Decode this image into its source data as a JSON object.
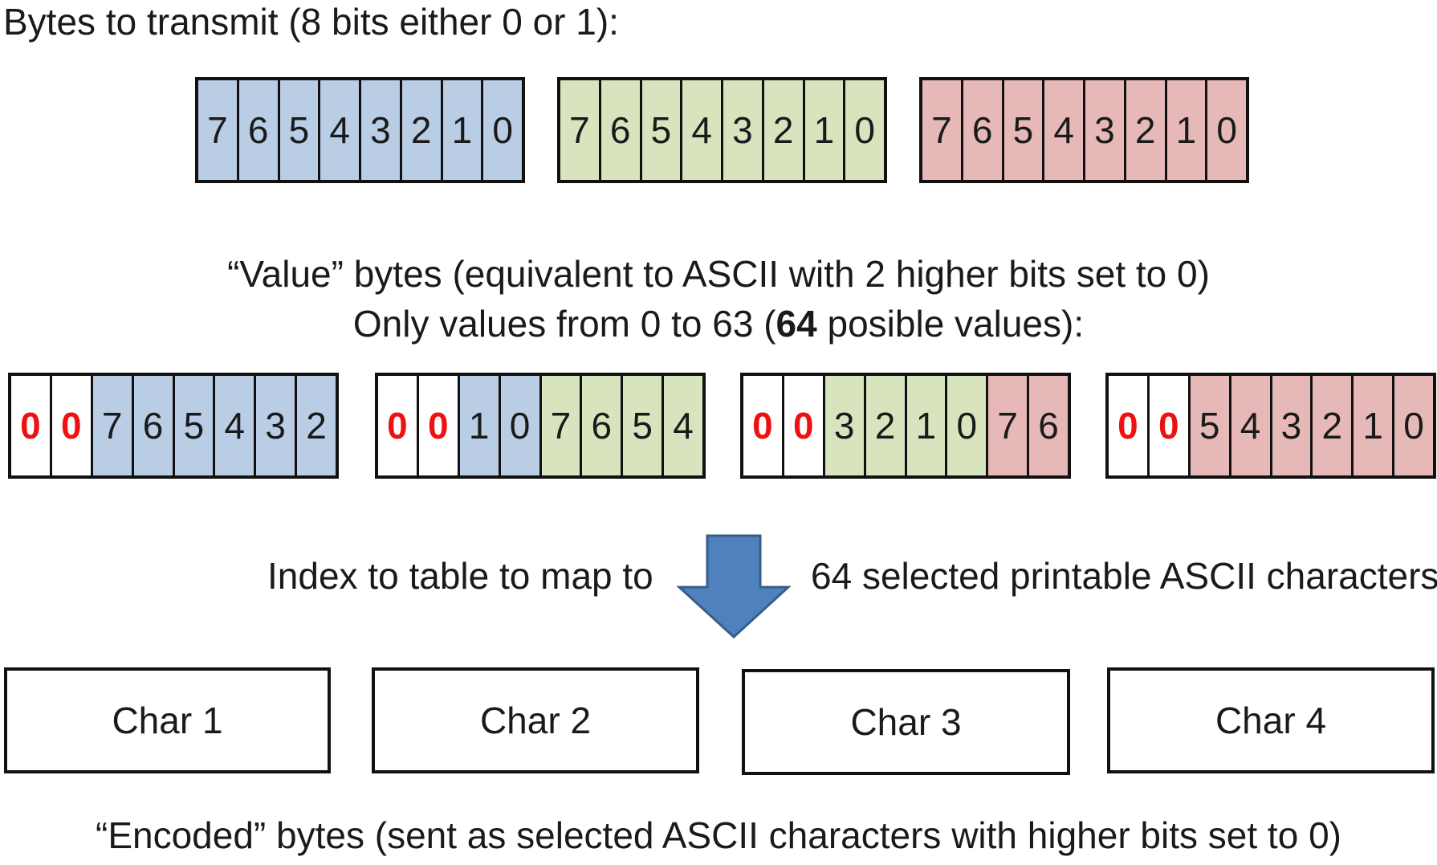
{
  "header": {
    "bytes_label": "Bytes to transmit (8 bits either 0 or 1):"
  },
  "source_bytes": [
    {
      "color": "blue",
      "bits": [
        "7",
        "6",
        "5",
        "4",
        "3",
        "2",
        "1",
        "0"
      ]
    },
    {
      "color": "green",
      "bits": [
        "7",
        "6",
        "5",
        "4",
        "3",
        "2",
        "1",
        "0"
      ]
    },
    {
      "color": "red",
      "bits": [
        "7",
        "6",
        "5",
        "4",
        "3",
        "2",
        "1",
        "0"
      ]
    }
  ],
  "value_section": {
    "line1": "“Value” bytes (equivalent to ASCII with 2 higher bits set to 0)",
    "line2_prefix": "Only values from 0 to 63 (",
    "line2_bold": "64",
    "line2_suffix": " posible values):"
  },
  "value_bytes": [
    {
      "bits": [
        {
          "v": "0",
          "c": "zero"
        },
        {
          "v": "0",
          "c": "zero"
        },
        {
          "v": "7",
          "c": "blue"
        },
        {
          "v": "6",
          "c": "blue"
        },
        {
          "v": "5",
          "c": "blue"
        },
        {
          "v": "4",
          "c": "blue"
        },
        {
          "v": "3",
          "c": "blue"
        },
        {
          "v": "2",
          "c": "blue"
        }
      ]
    },
    {
      "bits": [
        {
          "v": "0",
          "c": "zero"
        },
        {
          "v": "0",
          "c": "zero"
        },
        {
          "v": "1",
          "c": "blue"
        },
        {
          "v": "0",
          "c": "blue"
        },
        {
          "v": "7",
          "c": "green"
        },
        {
          "v": "6",
          "c": "green"
        },
        {
          "v": "5",
          "c": "green"
        },
        {
          "v": "4",
          "c": "green"
        }
      ]
    },
    {
      "bits": [
        {
          "v": "0",
          "c": "zero"
        },
        {
          "v": "0",
          "c": "zero"
        },
        {
          "v": "3",
          "c": "green"
        },
        {
          "v": "2",
          "c": "green"
        },
        {
          "v": "1",
          "c": "green"
        },
        {
          "v": "0",
          "c": "green"
        },
        {
          "v": "7",
          "c": "red"
        },
        {
          "v": "6",
          "c": "red"
        }
      ]
    },
    {
      "bits": [
        {
          "v": "0",
          "c": "zero"
        },
        {
          "v": "0",
          "c": "zero"
        },
        {
          "v": "5",
          "c": "red"
        },
        {
          "v": "4",
          "c": "red"
        },
        {
          "v": "3",
          "c": "red"
        },
        {
          "v": "2",
          "c": "red"
        },
        {
          "v": "1",
          "c": "red"
        },
        {
          "v": "0",
          "c": "red"
        }
      ]
    }
  ],
  "mapping": {
    "left_text": "Index to table to map to",
    "right_text": "64 selected printable ASCII characters",
    "arrow_icon": "down-arrow-icon"
  },
  "chars": [
    "Char 1",
    "Char 2",
    "Char 3",
    "Char 4"
  ],
  "footer": {
    "encoded_label": "“Encoded” bytes (sent as selected ASCII characters with higher bits set to 0)"
  },
  "colors": {
    "blue": "#b9cde5",
    "green": "#d7e4bd",
    "red": "#e6b9b8",
    "zero_text": "#ee1111",
    "arrow_fill": "#4f81bd",
    "arrow_stroke": "#385d8a"
  }
}
